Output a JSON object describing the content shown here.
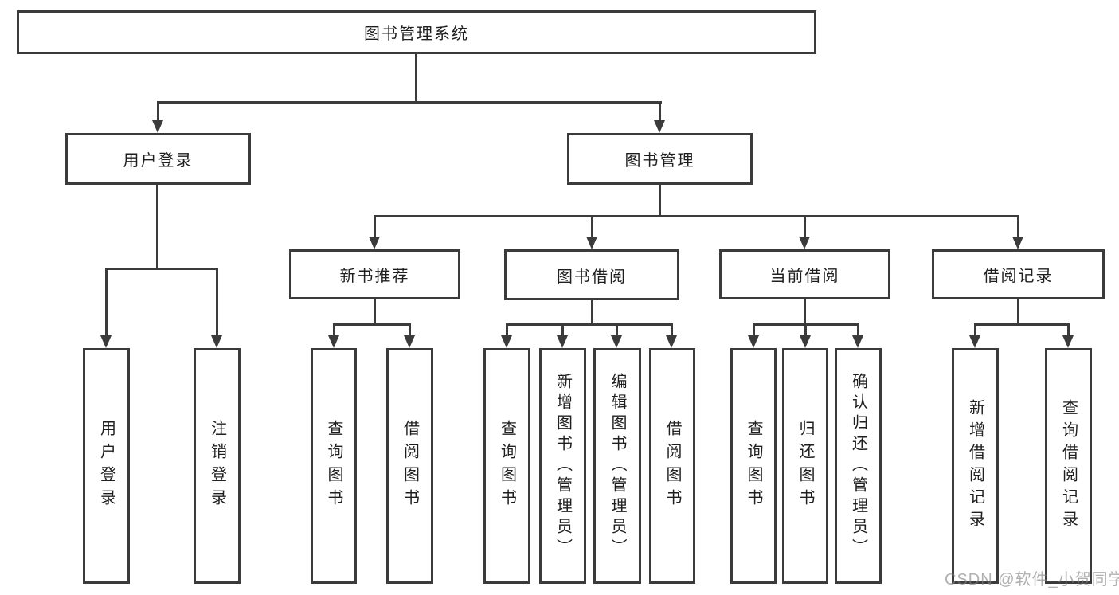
{
  "tree": {
    "root": "图书管理系统",
    "user_login": {
      "label": "用户登录",
      "children": {
        "login": "用户登录",
        "logout": "注销登录"
      }
    },
    "book_management": {
      "label": "图书管理",
      "children": {
        "new_book_recommend": {
          "label": "新书推荐",
          "children": {
            "query_book": "查询图书",
            "borrow_book": "借阅图书"
          }
        },
        "book_borrow": {
          "label": "图书借阅",
          "children": {
            "query_book": "查询图书",
            "add_book": "新增图书（管理员）",
            "edit_book": "编辑图书（管理员）",
            "borrow_book": "借阅图书"
          }
        },
        "current_borrow": {
          "label": "当前借阅",
          "children": {
            "query_book": "查询图书",
            "return_book": "归还图书",
            "confirm_return": "确认归还（管理员）"
          }
        },
        "borrow_record": {
          "label": "借阅记录",
          "children": {
            "add_record": "新增借阅记录",
            "query_record": "查询借阅记录"
          }
        }
      }
    }
  },
  "watermark": "CSDN @软件_小贺同学",
  "colors": {
    "line": "#3b3b3b",
    "text": "#1f1f1f",
    "box_background": "#ffffff",
    "watermark_gray": "#b5b5b5"
  }
}
